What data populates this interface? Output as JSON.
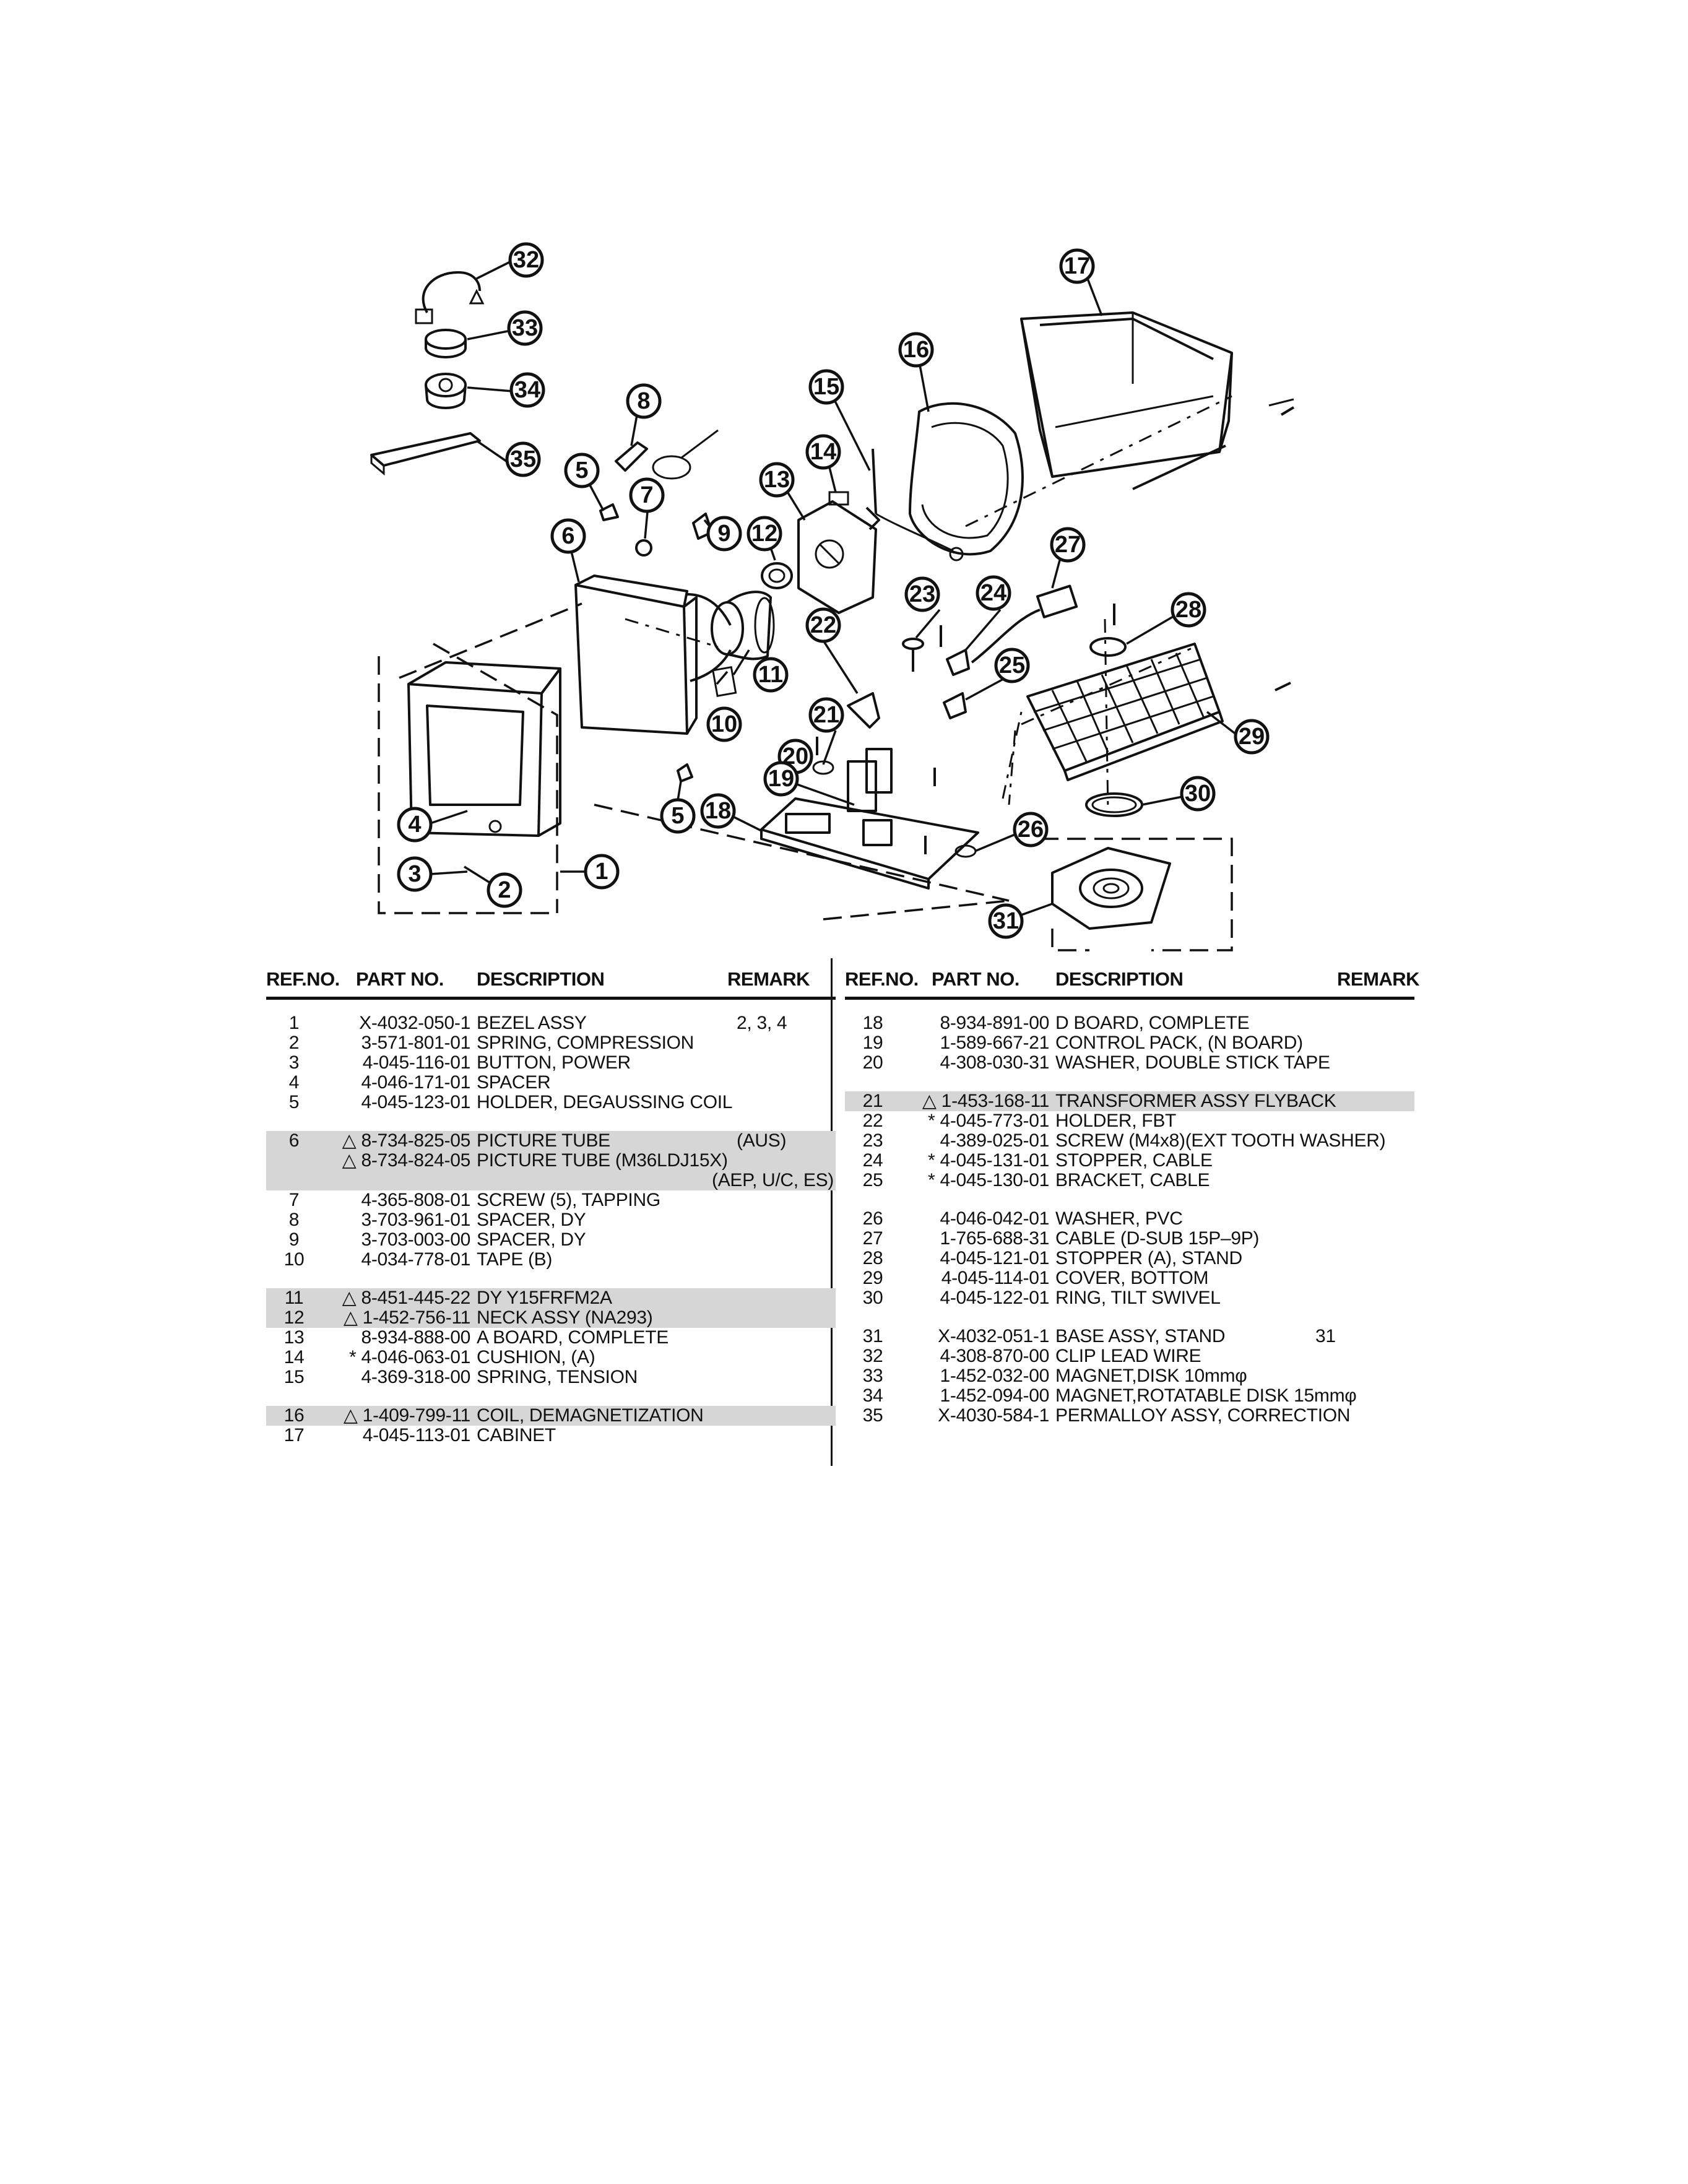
{
  "diagram": {
    "callouts": [
      "1",
      "2",
      "3",
      "4",
      "5",
      "6",
      "7",
      "8",
      "9",
      "10",
      "11",
      "12",
      "13",
      "14",
      "15",
      "16",
      "17",
      "18",
      "19",
      "20",
      "21",
      "22",
      "23",
      "24",
      "25",
      "26",
      "27",
      "28",
      "29",
      "30",
      "31",
      "32",
      "33",
      "34",
      "35"
    ]
  },
  "table": {
    "headers": {
      "ref": "REF.NO.",
      "part": "PART NO.",
      "desc": "DESCRIPTION",
      "remark": "REMARK"
    },
    "left": [
      {
        "ref": "1",
        "part": "X-4032-050-1",
        "desc": "BEZEL ASSY",
        "remark": "2, 3, 4"
      },
      {
        "ref": "2",
        "part": "3-571-801-01",
        "desc": "SPRING, COMPRESSION",
        "remark": ""
      },
      {
        "ref": "3",
        "part": "4-045-116-01",
        "desc": "BUTTON, POWER",
        "remark": ""
      },
      {
        "ref": "4",
        "part": "4-046-171-01",
        "desc": "SPACER",
        "remark": ""
      },
      {
        "ref": "5",
        "part": "4-045-123-01",
        "desc": "HOLDER, DEGAUSSING COIL",
        "remark": ""
      },
      {
        "ref": "6",
        "part": "△ 8-734-825-05",
        "desc": "PICTURE TUBE",
        "remark": "(AUS)",
        "safety": true,
        "gap": true
      },
      {
        "ref": "",
        "part": "△ 8-734-824-05",
        "desc": "PICTURE TUBE (M36LDJ15X)",
        "remark": "",
        "safety": true
      },
      {
        "ref": "",
        "part": "",
        "desc": "",
        "remark": "(AEP, U/C, ES)",
        "safety": true
      },
      {
        "ref": "7",
        "part": "4-365-808-01",
        "desc": "SCREW (5), TAPPING",
        "remark": ""
      },
      {
        "ref": "8",
        "part": "3-703-961-01",
        "desc": "SPACER, DY",
        "remark": ""
      },
      {
        "ref": "9",
        "part": "3-703-003-00",
        "desc": "SPACER, DY",
        "remark": ""
      },
      {
        "ref": "10",
        "part": "4-034-778-01",
        "desc": "TAPE (B)",
        "remark": ""
      },
      {
        "ref": "11",
        "part": "△ 8-451-445-22",
        "desc": "DY Y15FRFM2A",
        "remark": "",
        "safety": true,
        "gap": true
      },
      {
        "ref": "12",
        "part": "△ 1-452-756-11",
        "desc": "NECK ASSY (NA293)",
        "remark": "",
        "safety": true
      },
      {
        "ref": "13",
        "part": "8-934-888-00",
        "desc": "A BOARD, COMPLETE",
        "remark": ""
      },
      {
        "ref": "14",
        "part": "* 4-046-063-01",
        "desc": "CUSHION, (A)",
        "remark": ""
      },
      {
        "ref": "15",
        "part": "4-369-318-00",
        "desc": "SPRING, TENSION",
        "remark": ""
      },
      {
        "ref": "16",
        "part": "△ 1-409-799-11",
        "desc": "COIL, DEMAGNETIZATION",
        "remark": "",
        "safety": true,
        "gap": true
      },
      {
        "ref": "17",
        "part": "4-045-113-01",
        "desc": "CABINET",
        "remark": ""
      }
    ],
    "right": [
      {
        "ref": "18",
        "part": "8-934-891-00",
        "desc": "D BOARD, COMPLETE",
        "remark": ""
      },
      {
        "ref": "19",
        "part": "1-589-667-21",
        "desc": "CONTROL PACK, (N BOARD)",
        "remark": ""
      },
      {
        "ref": "20",
        "part": "4-308-030-31",
        "desc": "WASHER, DOUBLE STICK TAPE",
        "remark": ""
      },
      {
        "ref": "21",
        "part": "△ 1-453-168-11",
        "desc": "TRANSFORMER ASSY FLYBACK",
        "remark": "",
        "safety": true,
        "gap": true
      },
      {
        "ref": "22",
        "part": "* 4-045-773-01",
        "desc": "HOLDER, FBT",
        "remark": ""
      },
      {
        "ref": "23",
        "part": "4-389-025-01",
        "desc": "SCREW (M4x8)(EXT TOOTH WASHER)",
        "remark": ""
      },
      {
        "ref": "24",
        "part": "* 4-045-131-01",
        "desc": "STOPPER, CABLE",
        "remark": ""
      },
      {
        "ref": "25",
        "part": "* 4-045-130-01",
        "desc": "BRACKET, CABLE",
        "remark": ""
      },
      {
        "ref": "26",
        "part": "4-046-042-01",
        "desc": "WASHER, PVC",
        "remark": "",
        "gap": true
      },
      {
        "ref": "27",
        "part": "1-765-688-31",
        "desc": "CABLE (D-SUB 15P–9P)",
        "remark": ""
      },
      {
        "ref": "28",
        "part": "4-045-121-01",
        "desc": "STOPPER (A), STAND",
        "remark": ""
      },
      {
        "ref": "29",
        "part": "4-045-114-01",
        "desc": "COVER, BOTTOM",
        "remark": ""
      },
      {
        "ref": "30",
        "part": "4-045-122-01",
        "desc": "RING, TILT SWIVEL",
        "remark": ""
      },
      {
        "ref": "31",
        "part": "X-4032-051-1",
        "desc": "BASE ASSY, STAND",
        "remark": "31",
        "gap": true
      },
      {
        "ref": "32",
        "part": "4-308-870-00",
        "desc": "CLIP LEAD WIRE",
        "remark": ""
      },
      {
        "ref": "33",
        "part": "1-452-032-00",
        "desc": "MAGNET,DISK 10mmφ",
        "remark": ""
      },
      {
        "ref": "34",
        "part": "1-452-094-00",
        "desc": "MAGNET,ROTATABLE DISK 15mmφ",
        "remark": ""
      },
      {
        "ref": "35",
        "part": "X-4030-584-1",
        "desc": "PERMALLOY ASSY, CORRECTION",
        "remark": ""
      }
    ]
  }
}
